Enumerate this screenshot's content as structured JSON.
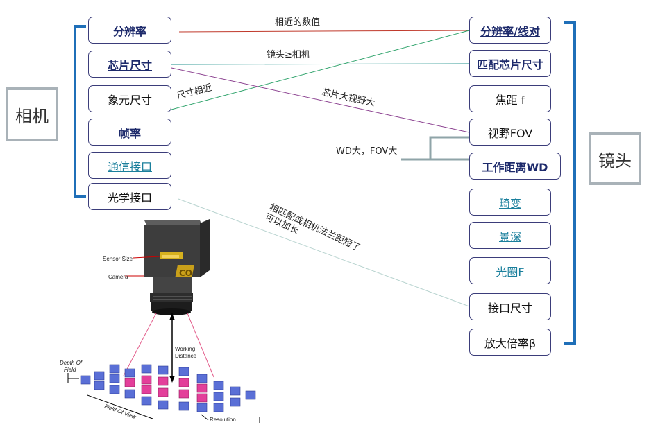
{
  "camera_group": {
    "title": "相机",
    "items": [
      {
        "label": "分辨率",
        "style": "bold"
      },
      {
        "label": "芯片尺寸",
        "style": "bold-ul"
      },
      {
        "label": "象元尺寸",
        "style": "plain"
      },
      {
        "label": "帧率",
        "style": "bold"
      },
      {
        "label": "通信接口",
        "style": "link"
      },
      {
        "label": "光学接口",
        "style": "plain"
      }
    ]
  },
  "lens_group": {
    "title": "镜头",
    "items": [
      {
        "label": "分辨率/线对",
        "style": "bold-ul"
      },
      {
        "label": "匹配芯片尺寸",
        "style": "bold"
      },
      {
        "label": "焦距 f",
        "style": "plain"
      },
      {
        "label": "视野FOV",
        "style": "plain"
      },
      {
        "label": "工作距离WD",
        "style": "bold"
      },
      {
        "label": "畸变",
        "style": "link"
      },
      {
        "label": "景深",
        "style": "link"
      },
      {
        "label": "光圈F",
        "style": "link"
      },
      {
        "label": "接口尺寸",
        "style": "plain"
      },
      {
        "label": "放大倍率β",
        "style": "plain"
      }
    ]
  },
  "relations": {
    "resolution": "相近的数值",
    "sensor": "镜头≥相机",
    "pixel": "尺寸相近",
    "fov": "芯片大视野大",
    "wd": "WD大，FOV大",
    "interface_line1": "相匹配或相机法兰距短了",
    "interface_line2": "可以加长"
  },
  "camera_figure": {
    "sensor_size": "Sensor Size",
    "camera": "Camera",
    "working_distance_1": "Working",
    "working_distance_2": "Distance",
    "depth_of_field_1": "Depth Of",
    "depth_of_field_2": "Field",
    "field_of_view": "Field Of View",
    "resolution": "Resolution",
    "logo": "CO"
  },
  "colors": {
    "line_red": "#c0392b",
    "line_teal": "#1a8f8a",
    "line_green": "#2ea36b",
    "line_purple": "#8a3f8f",
    "line_gray": "#8fa4a8",
    "bracket": "#1f6fb8",
    "cube_blue": "#5a6fd6",
    "cube_pink": "#e33f9a"
  }
}
